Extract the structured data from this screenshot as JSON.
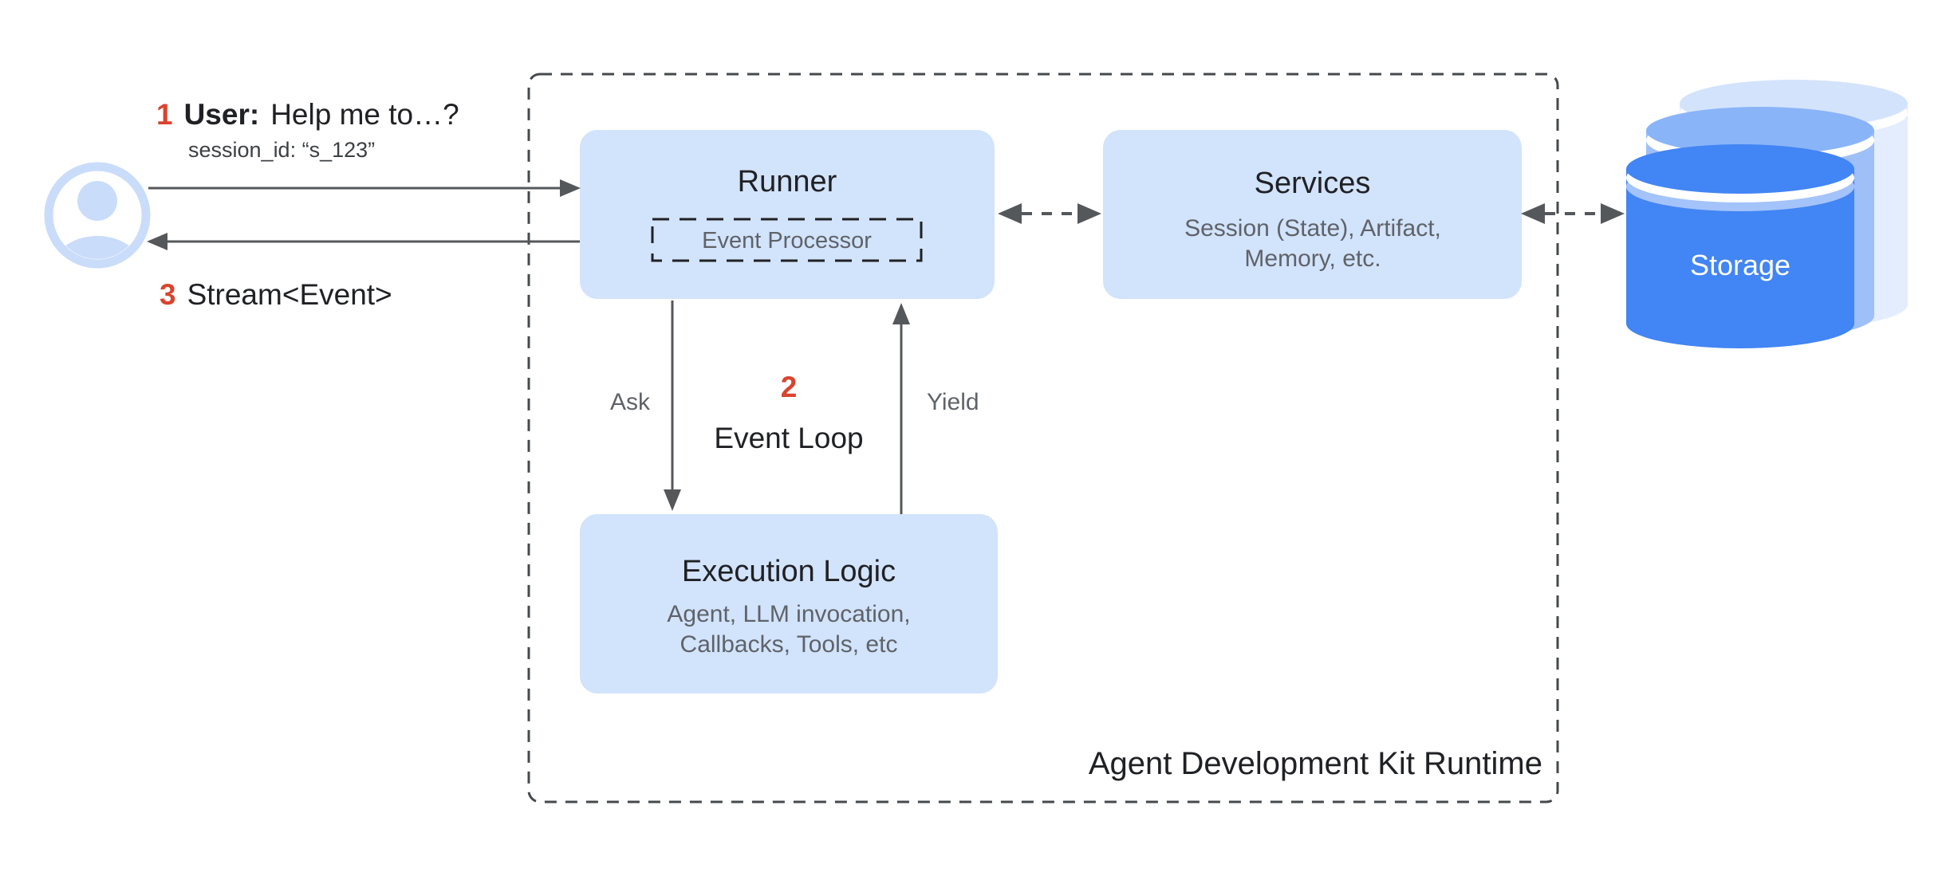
{
  "interaction": {
    "step1": {
      "number": "1",
      "speaker": "User:",
      "message": "Help me to…?",
      "session": "session_id: “s_123”"
    },
    "step3": {
      "number": "3",
      "label": "Stream<Event>"
    }
  },
  "runtime": {
    "label": "Agent Development Kit Runtime",
    "runner": {
      "title": "Runner",
      "event_processor_label": "Event Processor"
    },
    "services": {
      "title": "Services",
      "subtitle": "Session (State), Artifact, Memory, etc."
    },
    "execution_logic": {
      "title": "Execution Logic",
      "subtitle": "Agent, LLM invocation, Callbacks, Tools, etc"
    },
    "event_loop": {
      "number": "2",
      "label": "Event Loop",
      "ask_label": "Ask",
      "yield_label": "Yield"
    }
  },
  "storage": {
    "label": "Storage"
  },
  "colors": {
    "box_fill": "#D2E3FC",
    "accent_red": "#D9442E",
    "text_dark": "#202124",
    "text_gray": "#5F6368",
    "arrow_gray": "#55585B",
    "dashed_border": "#46494C",
    "avatar_blue": "#C9DCFA",
    "storage_front": "#4285F4",
    "storage_mid": "#8AB4F8",
    "storage_back": "#D4E3FC"
  }
}
